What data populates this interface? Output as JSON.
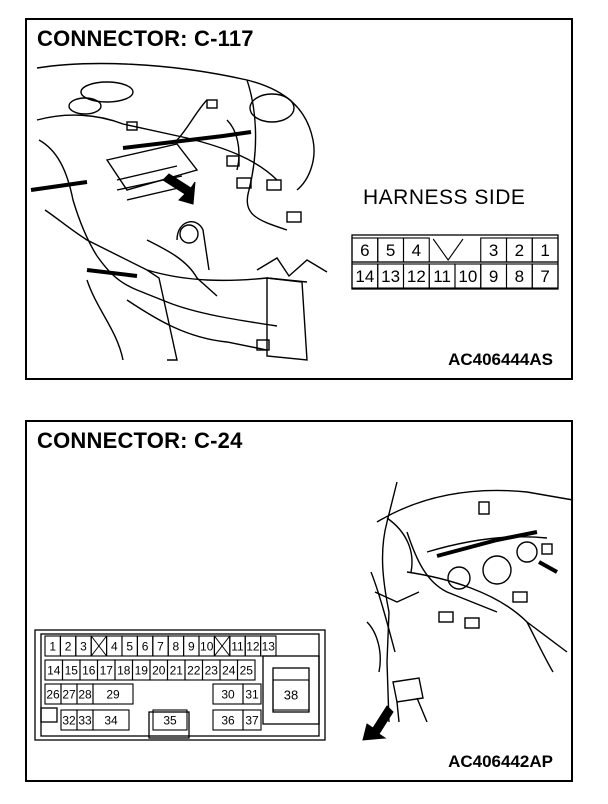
{
  "top": {
    "title": "CONNECTOR: C-117",
    "side_label": "HARNESS SIDE",
    "code": "AC406444AS",
    "pins_row1": [
      "6",
      "5",
      "4",
      "",
      "3",
      "2",
      "1"
    ],
    "pins_row2": [
      "14",
      "13",
      "12",
      "11",
      "10",
      "9",
      "8",
      "7"
    ]
  },
  "bottom": {
    "title": "CONNECTOR: C-24",
    "code": "AC406442AP",
    "row1": [
      "1",
      "2",
      "3",
      "",
      "4",
      "5",
      "6",
      "7",
      "8",
      "9",
      "10",
      "",
      "11",
      "12",
      "13"
    ],
    "row2": [
      "14",
      "15",
      "16",
      "17",
      "18",
      "19",
      "20",
      "21",
      "22",
      "23",
      "24",
      "25"
    ],
    "row3": [
      "26",
      "27",
      "28",
      "29",
      "30",
      "31"
    ],
    "row4": [
      "32",
      "33",
      "34",
      "35",
      "36",
      "37"
    ],
    "big_pin": "38"
  }
}
